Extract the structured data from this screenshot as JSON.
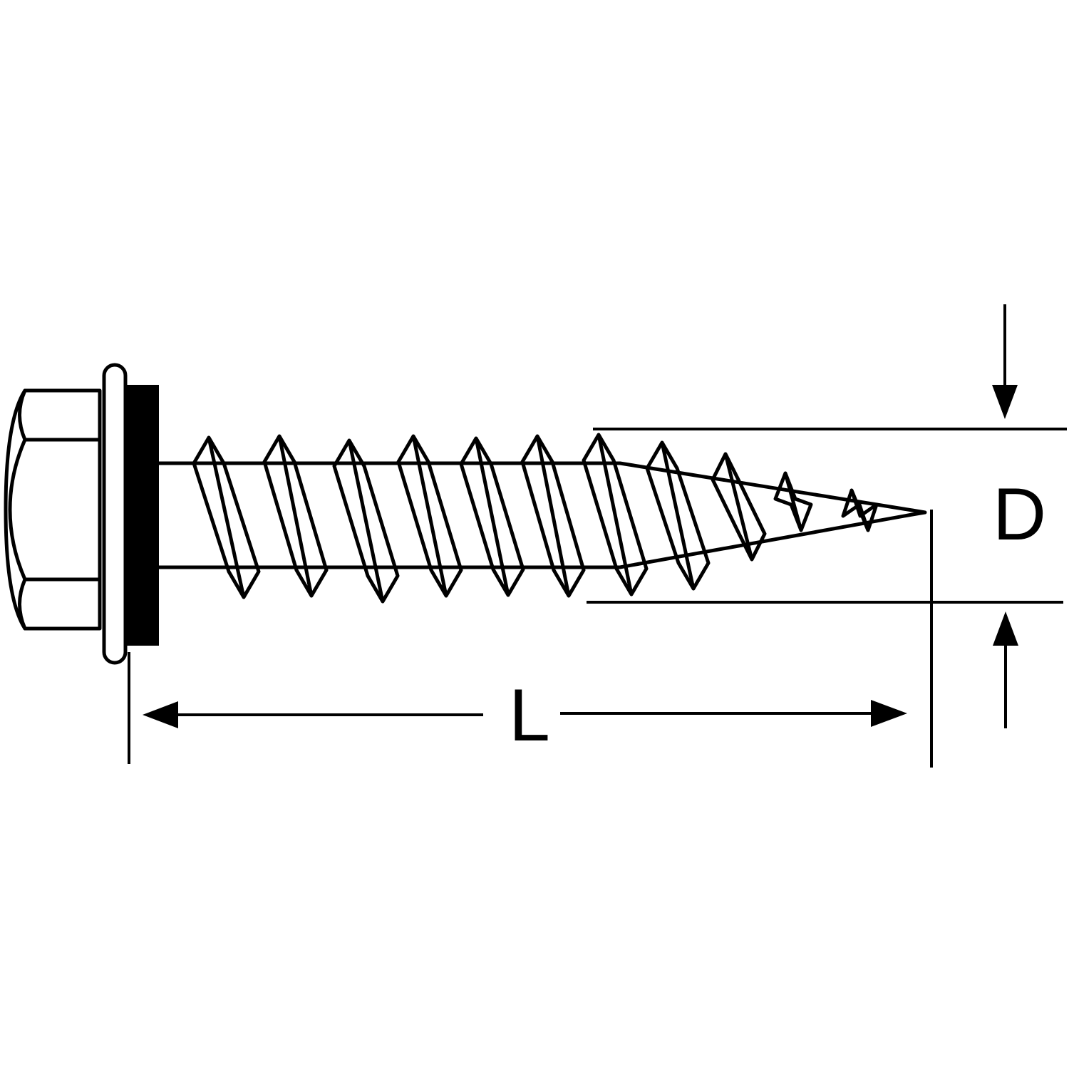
{
  "diagram": {
    "subject": "hex-head-screw-with-washer",
    "dimension_labels": {
      "length": "L",
      "diameter": "D"
    },
    "colors": {
      "line": "#000000",
      "background": "#ffffff",
      "seal": "#000000"
    }
  }
}
